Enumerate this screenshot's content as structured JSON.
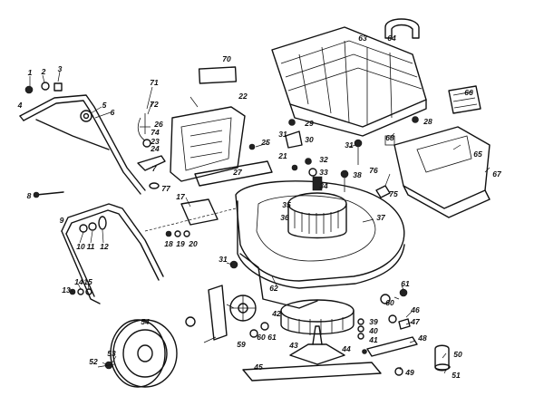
{
  "diagram": {
    "part_labels": [
      "1",
      "2",
      "3",
      "4",
      "5",
      "6",
      "7",
      "8",
      "9",
      "10",
      "11",
      "12",
      "13",
      "14",
      "15",
      "17",
      "18",
      "19",
      "20",
      "21",
      "22",
      "23",
      "24",
      "25",
      "26",
      "27",
      "28",
      "29",
      "30",
      "31",
      "31",
      "31",
      "32",
      "33",
      "34",
      "35",
      "36",
      "37",
      "38",
      "39",
      "40",
      "41",
      "42",
      "43",
      "44",
      "45",
      "46",
      "47",
      "48",
      "49",
      "50",
      "51",
      "52",
      "53",
      "54",
      "59",
      "60",
      "60",
      "61",
      "61",
      "62",
      "63",
      "64",
      "65",
      "66",
      "67",
      "68",
      "70",
      "71",
      "72",
      "74",
      "75",
      "76",
      "77"
    ]
  }
}
